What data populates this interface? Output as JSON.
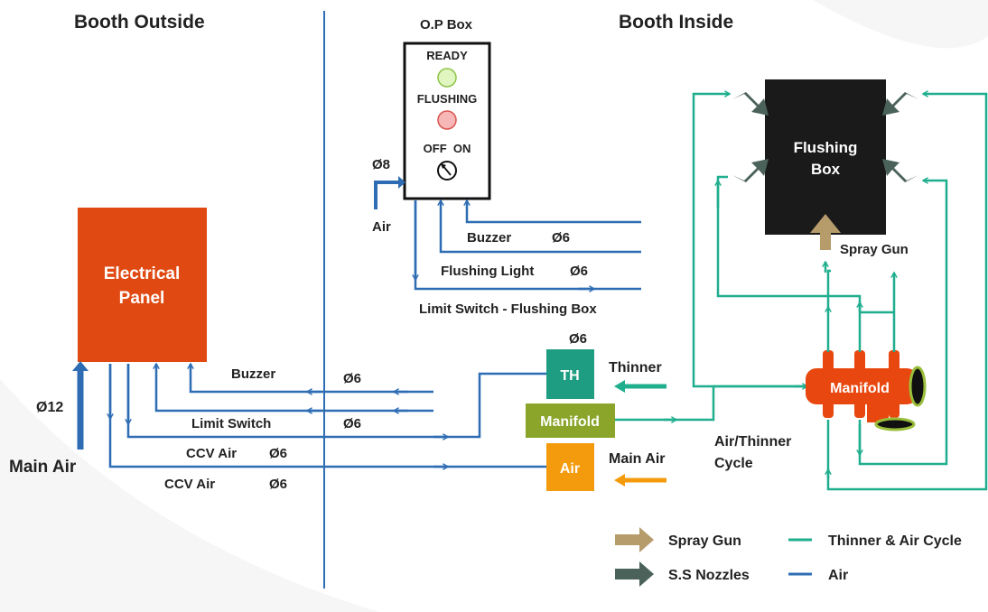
{
  "sections": {
    "outside": "Booth Outside",
    "inside": "Booth Inside"
  },
  "op_box": {
    "title": "O.P Box",
    "ready": "READY",
    "flushing": "FLUSHING",
    "off_on": "OFF  ON",
    "air_size": "Ø8",
    "air": "Air"
  },
  "electrical_panel": {
    "line1": "Electrical",
    "line2": "Panel"
  },
  "main_air": {
    "size": "Ø12",
    "label": "Main Air"
  },
  "outside_lines": {
    "buzzer": "Buzzer",
    "buzzer_size": "Ø6",
    "limit_switch": "Limit Switch",
    "limit_switch_size": "Ø6",
    "ccv_air_1": "CCV Air",
    "ccv_air_1_size": "Ø6",
    "ccv_air_2": "CCV Air",
    "ccv_air_2_size": "Ø6"
  },
  "op_lines": {
    "buzzer": "Buzzer",
    "buzzer_size": "Ø6",
    "flushing_light": "Flushing Light",
    "flushing_light_size": "Ø6",
    "limit_switch": "Limit Switch - Flushing Box"
  },
  "blocks": {
    "th": "TH",
    "th_size": "Ø6",
    "manifold": "Manifold",
    "air": "Air",
    "thinner": "Thinner",
    "main_air": "Main Air"
  },
  "flushing_box": {
    "line1": "Flushing",
    "line2": "Box",
    "spray_gun": "Spray Gun"
  },
  "manifold_right": {
    "label": "Manifold"
  },
  "cycle": {
    "line1": "Air/Thinner",
    "line2": "Cycle"
  },
  "legend": {
    "spray_gun": "Spray Gun",
    "ss_nozzles": "S.S Nozzles",
    "thinner_air_cycle": "Thinner & Air Cycle",
    "air": "Air"
  },
  "colors": {
    "air_line": "#2e6db4",
    "thinner_line": "#1fae8e",
    "panel": "#e04a12",
    "th_block": "#1f9d82",
    "manifold_block": "#8aa52a",
    "air_block": "#f39b0c",
    "manifold_right": "#e8480f",
    "flushing_box": "#1a1a1a",
    "spray_gun_arrow": "#b69b6b",
    "nozzle_arrow": "#4b625a"
  }
}
